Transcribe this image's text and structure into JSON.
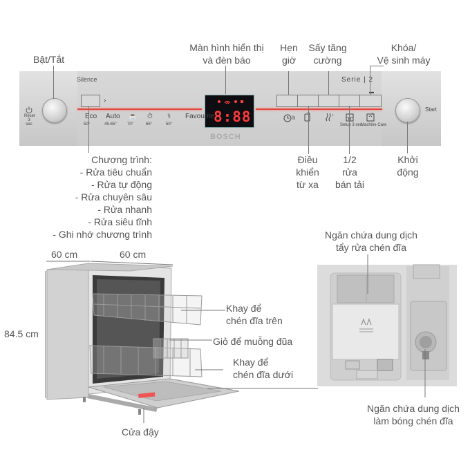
{
  "callouts": {
    "on_off": "Bật/Tắt",
    "display_lights_line1": "Màn hình hiển thị",
    "display_lights_line2": "và đèn báo",
    "timer_line1": "Hẹn",
    "timer_line2": "giờ",
    "dry_line1": "Sấy tăng",
    "dry_line2": "cường",
    "lock_line1": "Khóa/",
    "lock_line2": "Vệ sinh máy",
    "programs_title": "Chương trình:",
    "programs": [
      "- Rửa tiêu chuẩn",
      "- Rửa tự động",
      "- Rửa chuyên sâu",
      "- Rửa nhanh",
      "- Rửa siêu tĩnh",
      "- Ghi nhớ chương trình"
    ],
    "remote_line1": "Điều",
    "remote_line2": "khiển",
    "remote_line3": "từ xa",
    "half_load_line1": "1/2",
    "half_load_line2": "rửa",
    "half_load_line3": "bán tải",
    "start_line1": "Khởi",
    "start_line2": "động",
    "width1": "60 cm",
    "width2": "60 cm",
    "height": "84.5 cm",
    "upper_rack_line1": "Khay để",
    "upper_rack_line2": "chén đĩa trên",
    "cutlery_basket": "Giỏ để muỗng đũa",
    "lower_rack_line1": "Khay để",
    "lower_rack_line2": "chén đĩa dưới",
    "door": "Cửa đậy",
    "detergent_line1": "Ngăn chứa dung dịch",
    "detergent_line2": "tẩy rửa chén đĩa",
    "rinse_line1": "Ngăn chứa dung dịch",
    "rinse_line2": "làm bóng chén đĩa"
  },
  "panel": {
    "silence_label": "Silence",
    "series_label": "Serie | 2",
    "brand": "BOSCH",
    "reset_label": "Reset 3 sec",
    "start_label": "Start",
    "display_digits": "8:88",
    "program_names": [
      "Eco",
      "Auto",
      "",
      "",
      "",
      "Favourite"
    ],
    "program_temps": [
      "50°",
      "45-65°",
      "70°",
      "65°",
      "50°",
      ""
    ],
    "func_labels": [
      "Setup 3 sec",
      "Machine Care"
    ],
    "timer_suffix": "h"
  },
  "colors": {
    "panel_led": "#e2443c",
    "display_bg": "#0d0d12",
    "digit_color": "#ff3b3b"
  },
  "icons": [
    "power-icon",
    "timer-icon",
    "remote-icon",
    "drying-icon",
    "half-load-icon",
    "machine-care-icon",
    "lock-icon"
  ]
}
